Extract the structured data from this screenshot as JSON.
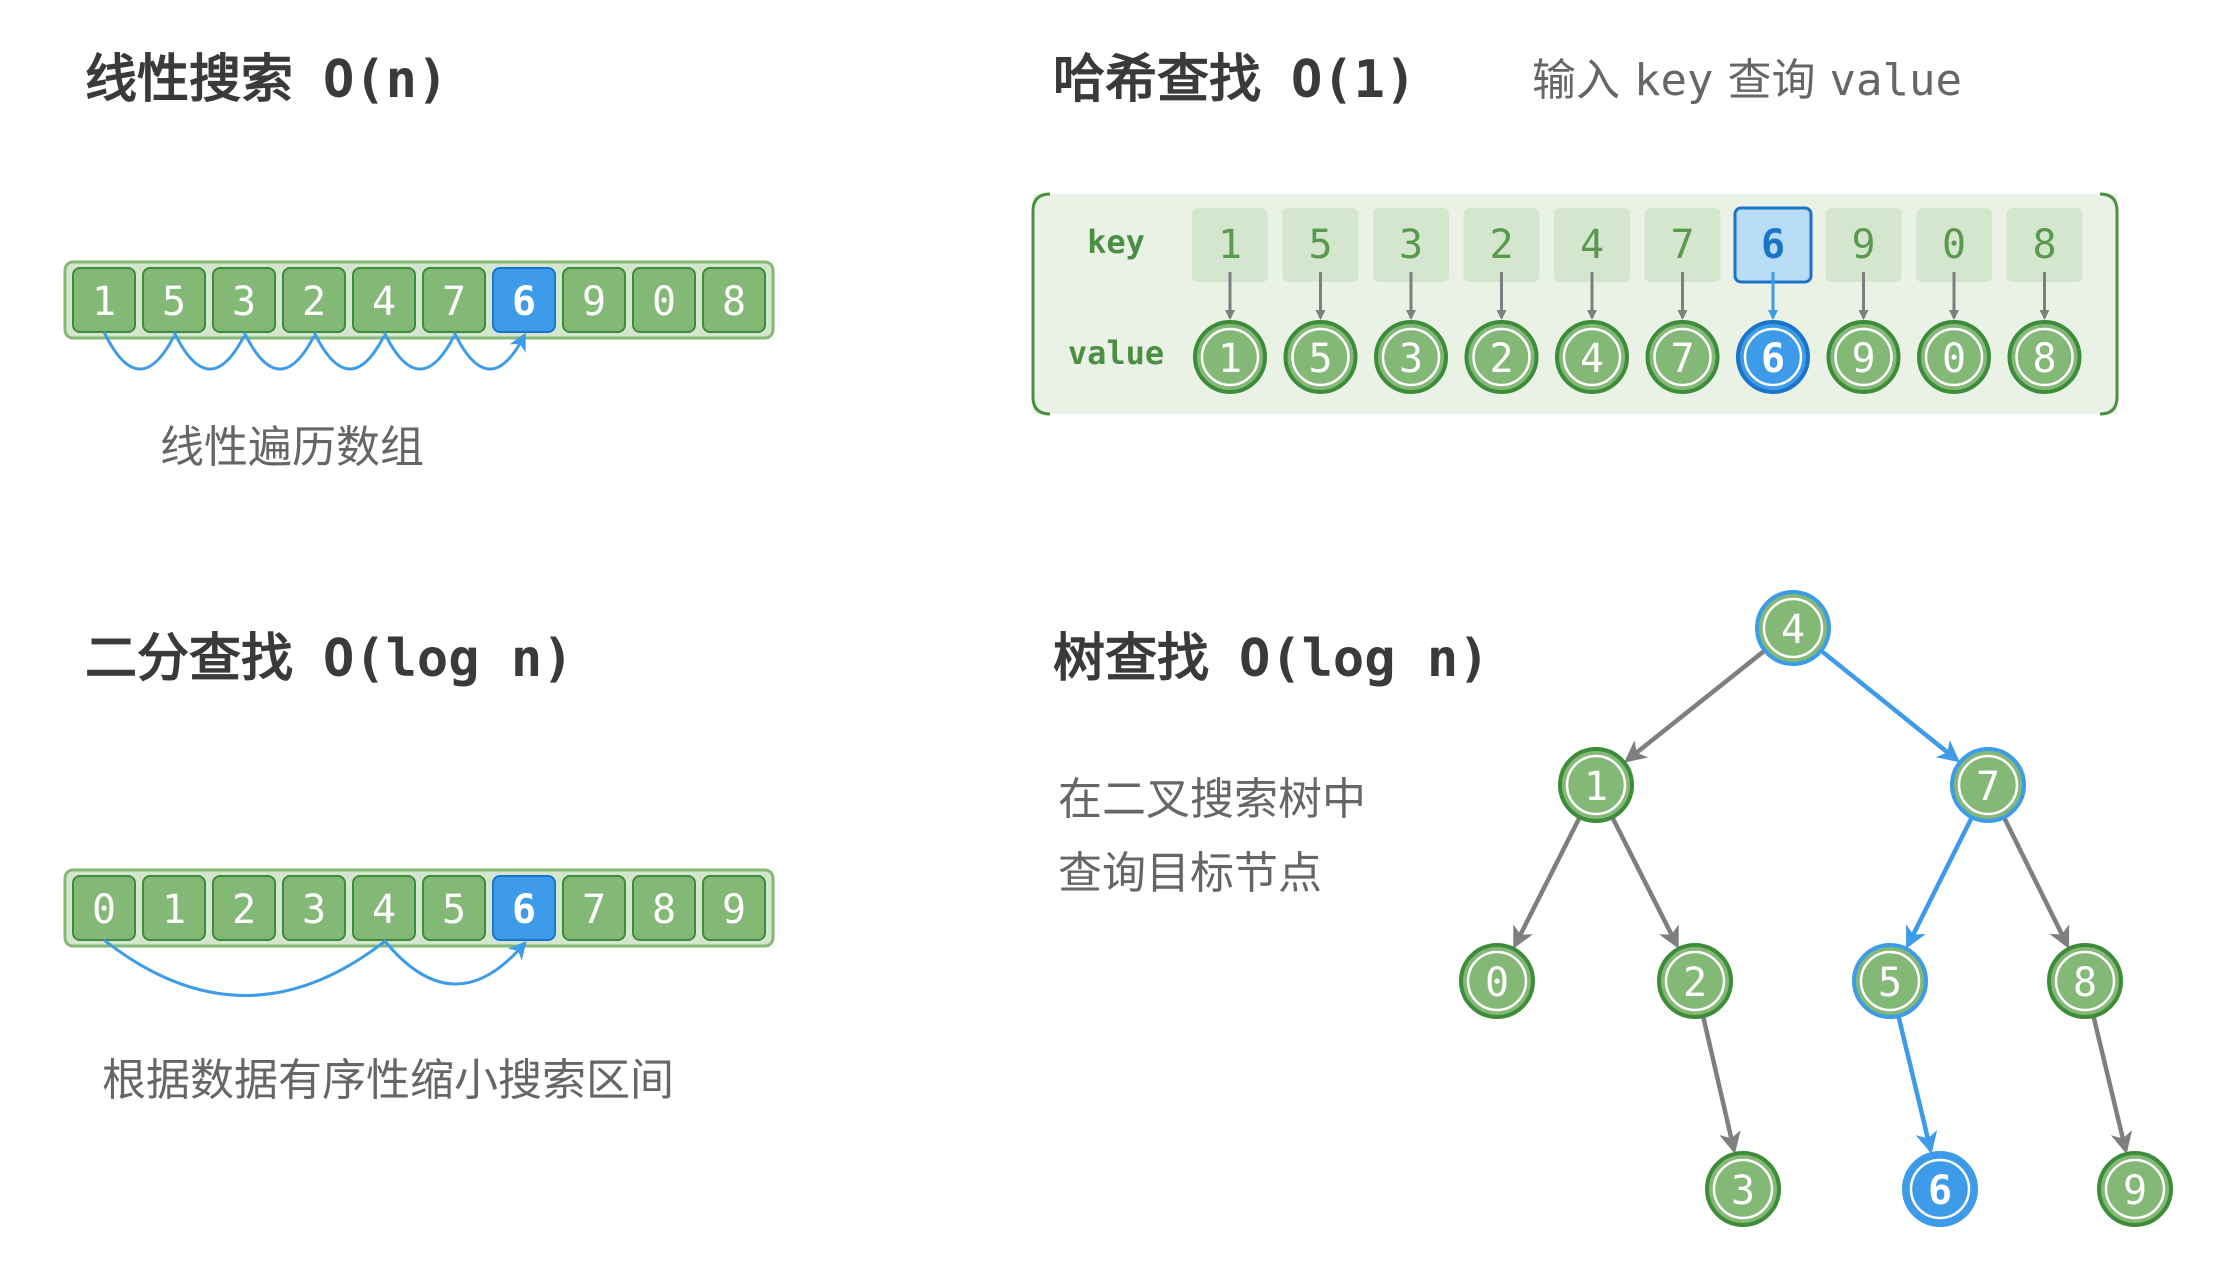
{
  "linear": {
    "title": "线性搜索",
    "complexity": "O(n)",
    "caption": "线性遍历数组",
    "array": [
      "1",
      "5",
      "3",
      "2",
      "4",
      "7",
      "6",
      "9",
      "0",
      "8"
    ],
    "target_index": 6
  },
  "binary": {
    "title": "二分查找",
    "complexity": "O(log n)",
    "caption": "根据数据有序性缩小搜索区间",
    "array": [
      "0",
      "1",
      "2",
      "3",
      "4",
      "5",
      "6",
      "7",
      "8",
      "9"
    ],
    "target_index": 6
  },
  "hash": {
    "title": "哈希查找",
    "complexity": "O(1)",
    "subtitle_prefix": "输入",
    "subtitle_key": "key",
    "subtitle_mid": "查询",
    "subtitle_value": "value",
    "key_label": "key",
    "value_label": "value",
    "keys": [
      "1",
      "5",
      "3",
      "2",
      "4",
      "7",
      "6",
      "9",
      "0",
      "8"
    ],
    "values": [
      "1",
      "5",
      "3",
      "2",
      "4",
      "7",
      "6",
      "9",
      "0",
      "8"
    ],
    "target_index": 6
  },
  "tree": {
    "title": "树查找",
    "complexity": "O(log n)",
    "caption_line1": "在二叉搜索树中",
    "caption_line2": "查询目标节点",
    "nodes": [
      {
        "id": "n4",
        "label": "4",
        "highlight": false,
        "outline_blue": true
      },
      {
        "id": "n1",
        "label": "1",
        "highlight": false,
        "outline_blue": false
      },
      {
        "id": "n7",
        "label": "7",
        "highlight": false,
        "outline_blue": true
      },
      {
        "id": "n0",
        "label": "0",
        "highlight": false,
        "outline_blue": false
      },
      {
        "id": "n2",
        "label": "2",
        "highlight": false,
        "outline_blue": false
      },
      {
        "id": "n5",
        "label": "5",
        "highlight": false,
        "outline_blue": true
      },
      {
        "id": "n8",
        "label": "8",
        "highlight": false,
        "outline_blue": false
      },
      {
        "id": "n3",
        "label": "3",
        "highlight": false,
        "outline_blue": false
      },
      {
        "id": "n6",
        "label": "6",
        "highlight": true,
        "outline_blue": true
      },
      {
        "id": "n9",
        "label": "9",
        "highlight": false,
        "outline_blue": false
      }
    ],
    "edges": [
      {
        "from": "n4",
        "to": "n1",
        "path": false
      },
      {
        "from": "n4",
        "to": "n7",
        "path": true
      },
      {
        "from": "n1",
        "to": "n0",
        "path": false
      },
      {
        "from": "n1",
        "to": "n2",
        "path": false
      },
      {
        "from": "n7",
        "to": "n5",
        "path": true
      },
      {
        "from": "n7",
        "to": "n8",
        "path": false
      },
      {
        "from": "n2",
        "to": "n3",
        "path": false
      },
      {
        "from": "n5",
        "to": "n6",
        "path": true
      },
      {
        "from": "n8",
        "to": "n9",
        "path": false
      }
    ]
  },
  "colors": {
    "green_fill": "#84b877",
    "green_stroke": "#3d8c3a",
    "green_light": "#d5e6cf",
    "panel_bg": "#eaf2e6",
    "blue_fill": "#3d9be9",
    "blue_stroke": "#1c74c8",
    "blue_light": "#b9dcf6",
    "gray_arrow": "#7f7f7f",
    "text_dark": "#3a3a3a",
    "text_gray": "#666666"
  }
}
